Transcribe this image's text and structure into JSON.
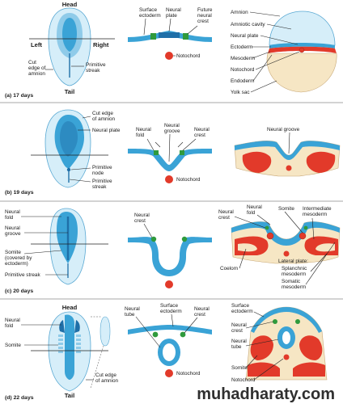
{
  "colors": {
    "ectoderm": "#3aa3d6",
    "ectoderm_light": "#bfe3f4",
    "amnion": "#d6eef9",
    "mesoderm": "#e23a2a",
    "neural_crest": "#2f9a3c",
    "neural_plate_dark": "#1f6fa8",
    "yolk": "#f6e6c4",
    "divider": "#8a8a8a"
  },
  "panel_a": {
    "caption": "(a) 17 days",
    "embryo": {
      "head": "Head",
      "tail": "Tail",
      "left": "Left",
      "right": "Right",
      "cut_edge": "Cut edge of amnion",
      "primitive_streak": "Primitive streak"
    },
    "section": {
      "surface_ectoderm": "Surface ectoderm",
      "neural_plate": "Neural plate",
      "future_neural_crest": "Future neural crest",
      "notochord": "Notochord"
    },
    "disc": {
      "amnion": "Amnion",
      "amniotic_cavity": "Amniotic cavity",
      "neural_plate": "Neural plate",
      "ectoderm": "Ectoderm",
      "mesoderm": "Mesoderm",
      "notochord": "Notochord",
      "endoderm": "Endoderm",
      "yolk_sac": "Yolk sac"
    }
  },
  "panel_b": {
    "caption": "(b) 19 days",
    "embryo": {
      "cut_edge": "Cut edge of amnion",
      "neural_plate": "Neural plate",
      "primitive_node": "Primitive node",
      "primitive_streak": "Primitive streak"
    },
    "section": {
      "neural_fold": "Neural fold",
      "neural_groove": "Neural groove",
      "neural_crest": "Neural crest",
      "notochord": "Notochord"
    },
    "right": {
      "neural_groove": "Neural groove"
    }
  },
  "panel_c": {
    "caption": "(c) 20 days",
    "embryo": {
      "neural_fold": "Neural fold",
      "neural_groove": "Neural groove",
      "somite": "Somite (covered by ectoderm)",
      "primitive_streak": "Primitive streak"
    },
    "section": {
      "neural_crest": "Neural crest"
    },
    "right": {
      "neural_crest": "Neural crest",
      "neural_fold": "Neural fold",
      "somite": "Somite",
      "intermediate_mesoderm": "Intermediate mesoderm",
      "coelom": "Coelom",
      "lateral_plate": "Lateral plate:",
      "splanchnic_mesoderm": "Splanchnic mesoderm",
      "somatic_mesoderm": "Somatic mesoderm"
    }
  },
  "panel_d": {
    "caption": "(d) 22 days",
    "embryo": {
      "head": "Head",
      "tail": "Tail",
      "neural_fold": "Neural fold",
      "somite": "Somite",
      "cut_edge": "Cut edge of amnion"
    },
    "section": {
      "surface_ectoderm": "Surface ectoderm",
      "neural_tube": "Neural tube",
      "neural_crest": "Neural crest",
      "notochord": "Notochord"
    },
    "right": {
      "surface_ectoderm": "Surface ectoderm",
      "neural_crest": "Neural crest",
      "neural_tube": "Neural tube",
      "somite": "Somite",
      "notochord": "Notochord"
    }
  },
  "watermark": "muhadharaty.com"
}
